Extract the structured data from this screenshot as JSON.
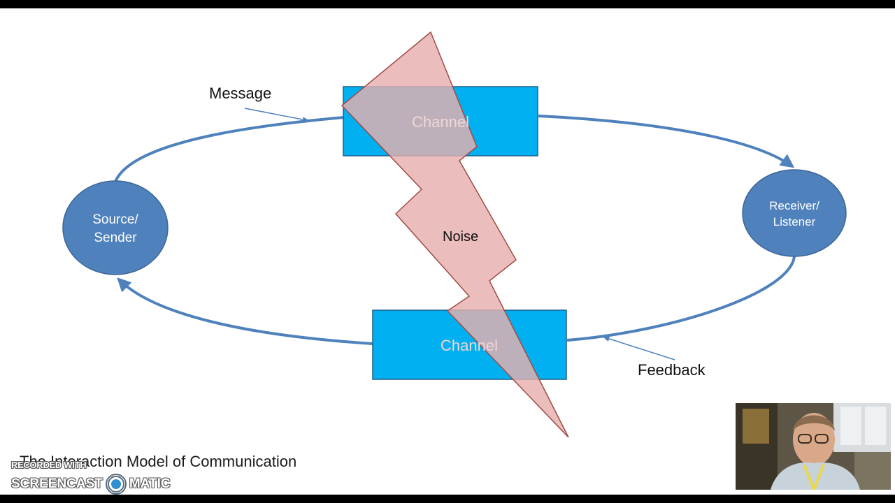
{
  "slide": {
    "title": "The Interaction Model of Communication"
  },
  "diagram": {
    "source_label_line1": "Source/",
    "source_label_line2": "Sender",
    "receiver_label_line1": "Receiver/",
    "receiver_label_line2": "Listener",
    "channel_top_label": "Channel",
    "channel_bottom_label": "Channel",
    "noise_label": "Noise",
    "message_label": "Message",
    "feedback_label": "Feedback"
  },
  "watermark": {
    "line1": "RECORDED WITH",
    "brand_left": "SCREENCAST",
    "brand_right": "MATIC"
  },
  "colors": {
    "node_fill": "#4f81bd",
    "channel_fill": "#00b0f0",
    "noise_fill": "#e6b0ae",
    "noise_stroke": "#a04a45",
    "arrow": "#4f81bd"
  }
}
